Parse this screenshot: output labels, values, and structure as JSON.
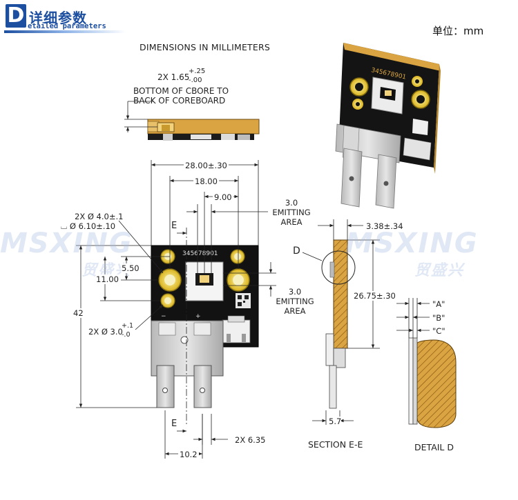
{
  "header": {
    "logo_letter": "D",
    "title_cn": "详细参数",
    "subtitle_en": "etailed parameters",
    "unit": "单位：mm"
  },
  "drawing": {
    "heading": "DIMENSIONS IN MILLIMETERS",
    "cbore_note_value": "2X 1.65",
    "cbore_tol_plus": "+.25",
    "cbore_tol_minus": "-.00",
    "cbore_note_line1": "BOTTOM OF CBORE TO",
    "cbore_note_line2": "BACK OF COREBOARD",
    "dim_width": "28.00±.30",
    "dim_18": "18.00",
    "dim_9": "9.00",
    "emitting_top_val": "3.0",
    "emitting_top_l1": "EMITTING",
    "emitting_top_l2": "AREA",
    "emitting_right_val": "3.0",
    "emitting_right_l1": "EMITTING",
    "emitting_right_l2": "AREA",
    "hole_note_1": "2X Ø 4.0±.1",
    "hole_note_2": "⌴ Ø 6.10±.10",
    "section_mark_top": "E",
    "section_mark_bottom": "E",
    "dim_550": "5.50",
    "dim_1100": "11.00",
    "dim_42": "42",
    "small_hole_note": "2X Ø 3.0",
    "small_hole_tol_plus": "+.1",
    "small_hole_tol_minus": "-.0",
    "serial": "345678901",
    "dim_635": "2X 6.35",
    "dim_102": "10.2",
    "dim_338": "3.38±.34",
    "dim_2675": "26.75±.30",
    "detail_letter": "D",
    "dim_57": "5.7",
    "section_label": "SECTION E-E",
    "detail_a": "\"A\"",
    "detail_b": "\"B\"",
    "detail_c": "\"C\"",
    "detail_label": "DETAIL D",
    "plus_mark": "+",
    "minus_mark": "−"
  },
  "watermark": {
    "text": "MSXING",
    "text_cn": "贸盛兴"
  },
  "colors": {
    "brand_blue": "#1d4fa0",
    "board_gold": "#d9a441",
    "pcb_black": "#121212",
    "pad_gold": "#e8c832",
    "metal": "#c9c9c9",
    "dim_line": "#222222"
  }
}
